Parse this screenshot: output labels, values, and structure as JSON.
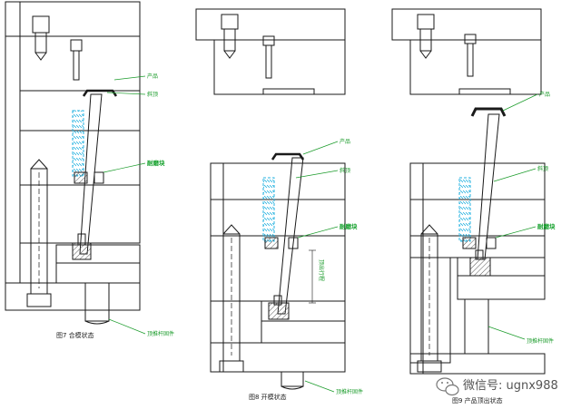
{
  "figures": [
    {
      "caption": "图7  合模状态",
      "labels": {
        "product": "产品",
        "slider": "斜顶",
        "wear_block": "耐磨块",
        "rod": "顶推杆固件"
      }
    },
    {
      "caption": "图8  开模状态",
      "labels": {
        "product": "产品",
        "slider": "斜顶",
        "wear_block": "耐磨块",
        "rod": "顶推杆固件",
        "stroke": "顶出行程"
      }
    },
    {
      "caption": "图9  产品顶出状态",
      "labels": {
        "product": "产品",
        "slider": "斜顶",
        "wear_block": "耐磨块",
        "rod": "顶推杆固件"
      }
    }
  ],
  "watermark": {
    "icon": "wechat-icon",
    "text": "微信号: ugnx988"
  },
  "colors": {
    "line": "#1a1a1a",
    "green": "#1a9b2a",
    "cyan": "#27b3e0",
    "hatch": "#555555"
  }
}
